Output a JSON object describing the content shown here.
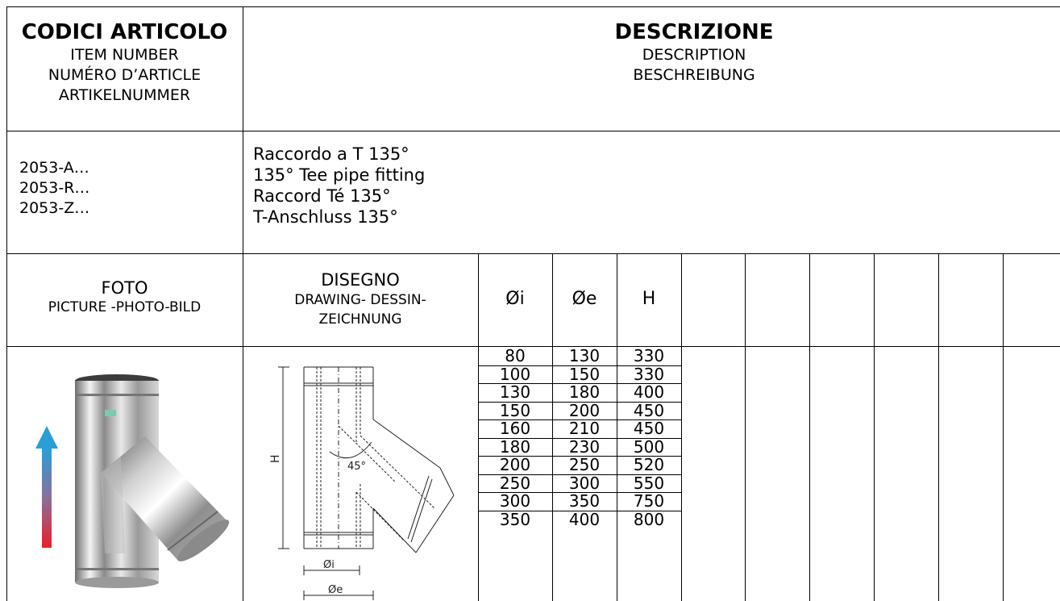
{
  "header": {
    "codes_title": "CODICI ARTICOLO",
    "codes_en": "ITEM NUMBER",
    "codes_fr": "NUMÉRO D’ARTICLE",
    "codes_de": "ARTIKELNUMMER",
    "desc_title": "DESCRIZIONE",
    "desc_en": "DESCRIPTION",
    "desc_de": "BESCHREIBUNG"
  },
  "item": {
    "codes": [
      "2053-A…",
      "2053-R…",
      "2053-Z…"
    ],
    "description": [
      "Raccordo a T 135°",
      "135° Tee pipe fitting",
      "Raccord Té 135°",
      "T-Anschluss 135°"
    ]
  },
  "sub_header": {
    "photo_title": "FOTO",
    "photo_sub": "PICTURE -PHOTO-BILD",
    "drawing_title": "DISEGNO",
    "drawing_sub1": "DRAWING- DESSIN-",
    "drawing_sub2": "ZEICHNUNG",
    "col_di": "Øi",
    "col_de": "Øe",
    "col_h": "H"
  },
  "drawing_labels": {
    "angle": "45°",
    "height": "H",
    "inner": "Øi",
    "outer": "Øe"
  },
  "table": {
    "rows": [
      [
        "80",
        "130",
        "330"
      ],
      [
        "100",
        "150",
        "330"
      ],
      [
        "130",
        "180",
        "400"
      ],
      [
        "150",
        "200",
        "450"
      ],
      [
        "160",
        "210",
        "450"
      ],
      [
        "180",
        "230",
        "500"
      ],
      [
        "200",
        "250",
        "520"
      ],
      [
        "250",
        "300",
        "550"
      ],
      [
        "300",
        "350",
        "750"
      ],
      [
        "350",
        "400",
        "800"
      ]
    ]
  },
  "colors": {
    "arrow_top": "#2a9fd6",
    "arrow_bottom": "#e8202a"
  }
}
